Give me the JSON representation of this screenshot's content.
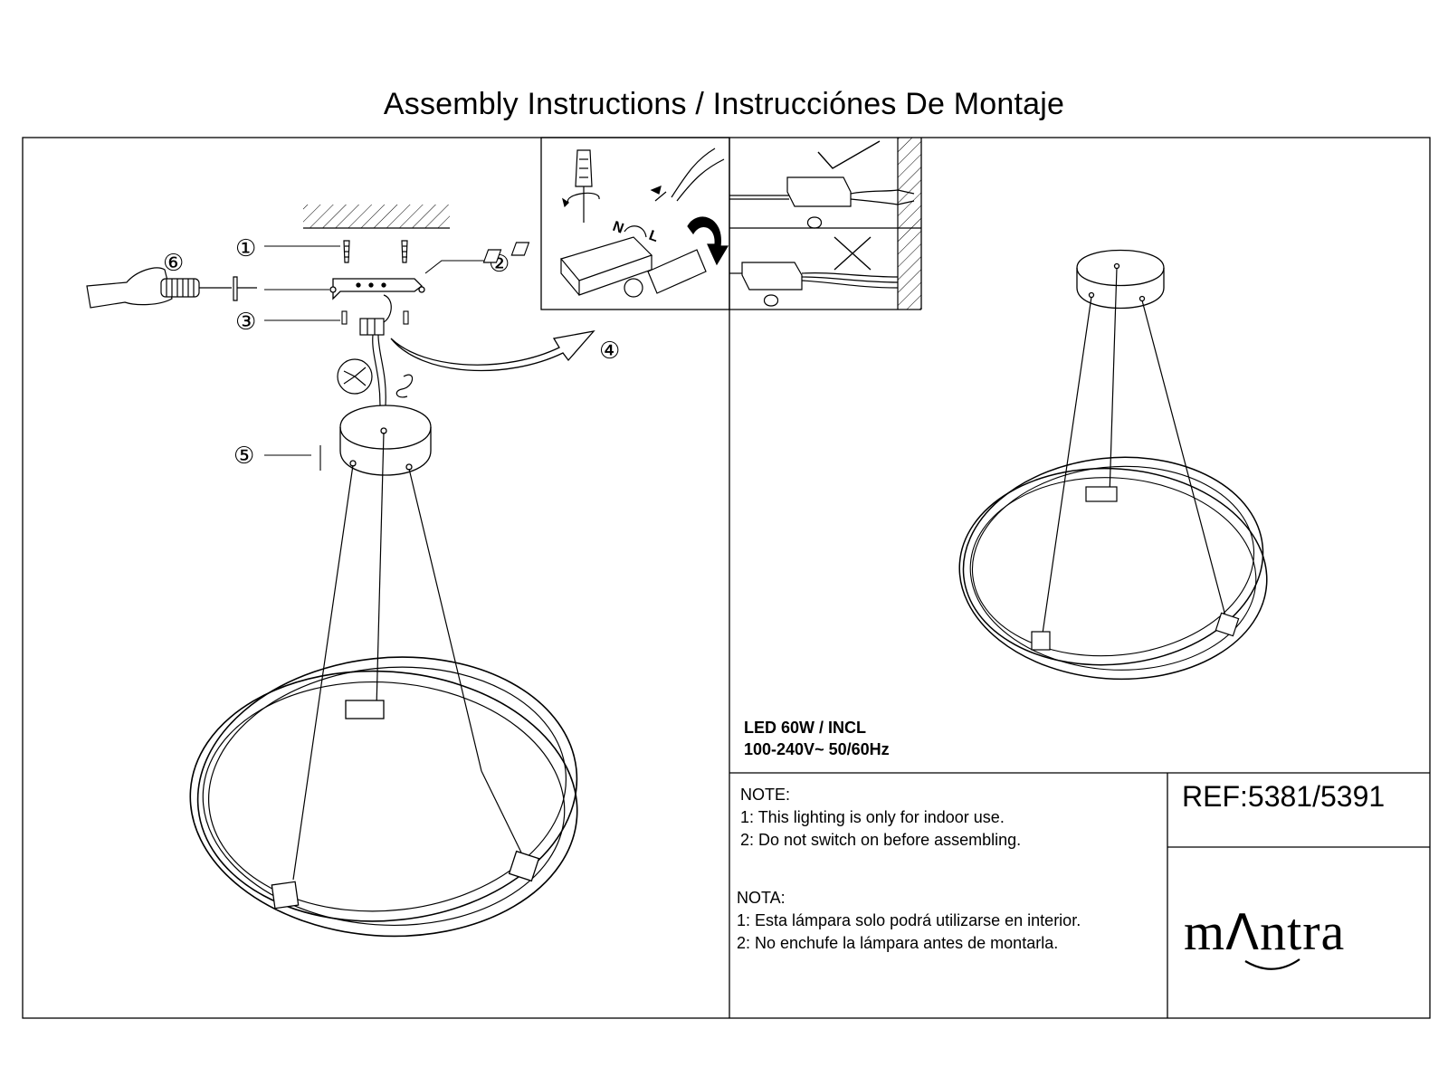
{
  "title": "Assembly Instructions / Instrucciónes De Montaje",
  "callouts": [
    "①",
    "②",
    "③",
    "④",
    "⑤",
    "⑥"
  ],
  "terminal_labels": {
    "neutral": "N",
    "live": "L"
  },
  "spec": {
    "line1": "LED 60W / INCL",
    "line2": "100-240V~  50/60Hz"
  },
  "note_en": {
    "heading": "NOTE:",
    "item1": "1: This lighting is only for indoor use.",
    "item2": "2: Do not switch on before assembling."
  },
  "note_es": {
    "heading": "NOTA:",
    "item1": "1: Esta lámpara solo podrá utilizarse en interior.",
    "item2": "2: No enchufe la lámpara antes de montarla."
  },
  "ref": "REF:5381/5391",
  "brand": {
    "left": "m",
    "right": "ntra",
    "apex": "Λ"
  },
  "wiring_marks": {
    "correct": "check-mark-icon",
    "wrong": "cross-mark-icon"
  },
  "colors": {
    "ink": "#000000",
    "paper": "#ffffff"
  }
}
